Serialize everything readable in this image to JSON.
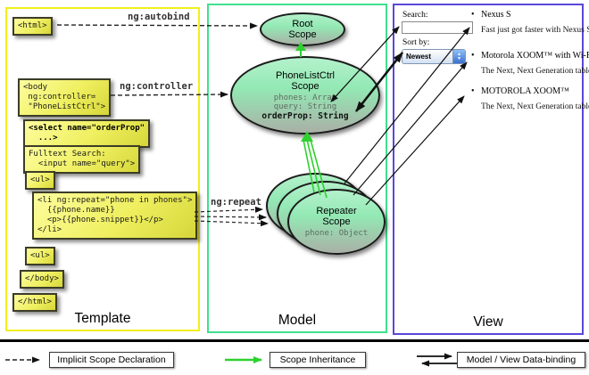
{
  "panels": {
    "template": {
      "label": "Template"
    },
    "model": {
      "label": "Model"
    },
    "view": {
      "label": "View"
    }
  },
  "template": {
    "arrow_labels": {
      "autobind": "ng:autobind",
      "controller": "ng:controller",
      "repeat": "ng:repeat"
    },
    "code_boxes": {
      "html_open": "<html>",
      "body_open": "<body\n ng:controller=\n \"PhoneListCtrl\">",
      "select": "<select name=\"orderProp\"\n  ...>",
      "fulltext": "Fulltext Search:\n  <input name=\"query\">",
      "ul_open": "<ul>",
      "li_repeat": "<li ng:repeat=\"phone in phones\">\n  {{phone.name}}\n  <p>{{phone.snippet}}</p>\n</li>",
      "ul_close": "<ul>",
      "body_close": "</body>",
      "html_close": "</html>"
    }
  },
  "model": {
    "root_scope": {
      "title": "Root\nScope"
    },
    "phonelist_scope": {
      "title": "PhoneListCtrl\nScope",
      "props": "phones: Array\nquery: String",
      "bold_prop": "orderProp: String"
    },
    "repeater_scope": {
      "title": "Repeater\nScope",
      "prop": "phone: Object"
    }
  },
  "view": {
    "search_label": "Search:",
    "search_value": "",
    "sort_label": "Sort by:",
    "sort_value": "Newest",
    "bullet": "•",
    "items": [
      {
        "name": "Nexus S",
        "desc": "Fast just got faster with Nexus S."
      },
      {
        "name": "Motorola XOOM™ with Wi-Fi",
        "desc": "The Next, Next Generation tablet."
      },
      {
        "name": "MOTOROLA XOOM™",
        "desc": "The Next, Next Generation tablet."
      }
    ]
  },
  "legend": {
    "implicit": "Implicit Scope Declaration",
    "inheritance": "Scope Inheritance",
    "binding": "Model / View Data-binding"
  },
  "colors": {
    "template_border": "#f2ee1a",
    "model_border": "#3fe08e",
    "view_border": "#5a48d8",
    "code_box_yellow": "#ecec6a",
    "scope_fill_top": "#b4f1cc",
    "scope_fill_bottom": "#a9b0a6",
    "inheritance_green": "#2fd12f",
    "arrow_black": "#111111"
  }
}
